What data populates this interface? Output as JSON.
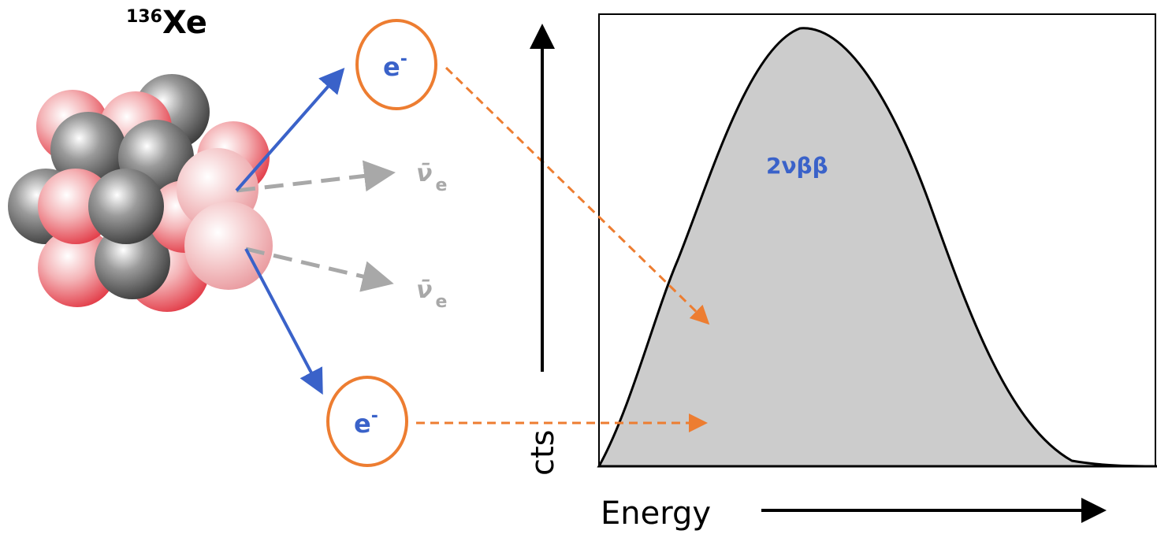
{
  "nucleus": {
    "mass_number": "136",
    "element": "Xe"
  },
  "electrons": {
    "symbol": "e",
    "charge": "-"
  },
  "antineutrinos": {
    "symbol": "ν̄",
    "subscript": "e"
  },
  "spectrum": {
    "peak_label": "2νββ",
    "x_axis_label": "Energy",
    "y_axis_label": "cts"
  },
  "colors": {
    "proton": "#e8505b",
    "neutron": "#555555",
    "electron_arrow": "#3a62c9",
    "antineutrino_arrow": "#a8a8a8",
    "electron_circle": "#ed7d31",
    "spectrum_fill": "#cccccc",
    "label_blue": "#3a62c9"
  }
}
